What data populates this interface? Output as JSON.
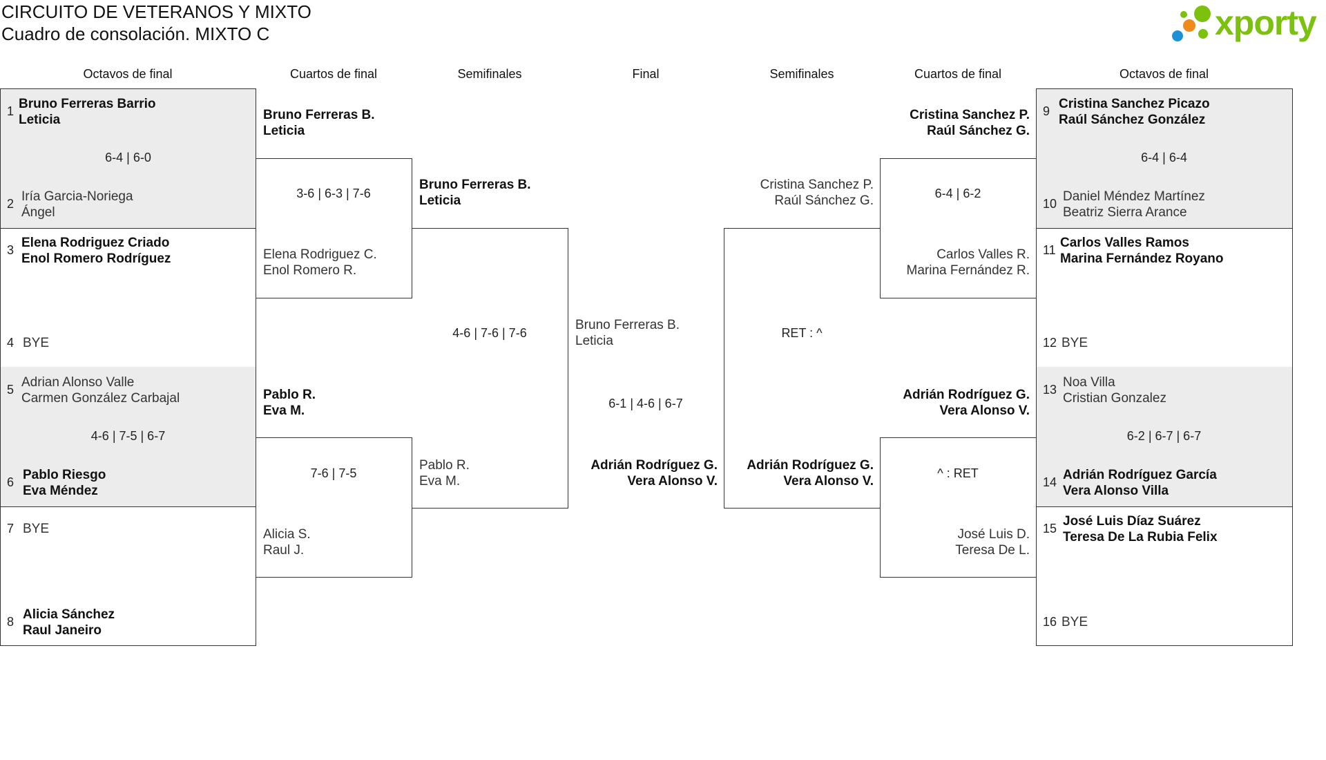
{
  "header": {
    "title": "CIRCUITO DE VETERANOS Y MIXTO",
    "subtitle": "Cuadro de consolación. MIXTO C",
    "logo_text": "xporty"
  },
  "columns": {
    "left_r16": "Octavos de final",
    "left_qf": "Cuartos de final",
    "left_sf": "Semifinales",
    "final": "Final",
    "right_sf": "Semifinales",
    "right_qf": "Cuartos de final",
    "right_r16": "Octavos de final"
  },
  "left_r16": [
    {
      "num": "1",
      "p1": "Bruno Ferreras Barrio",
      "p2": "Leticia"
    },
    {
      "num": "2",
      "p1": "Iría Garcia-Noriega",
      "p2": "Ángel"
    },
    {
      "num": "3",
      "p1": "Elena Rodriguez Criado",
      "p2": "Enol Romero Rodríguez"
    },
    {
      "num": "4",
      "p1": "BYE",
      "p2": ""
    },
    {
      "num": "5",
      "p1": "Adrian Alonso Valle",
      "p2": "Carmen González Carbajal"
    },
    {
      "num": "6",
      "p1": "Pablo Riesgo",
      "p2": "Eva Méndez"
    },
    {
      "num": "7",
      "p1": "BYE",
      "p2": ""
    },
    {
      "num": "8",
      "p1": "Alicia Sánchez",
      "p2": "Raul Janeiro"
    }
  ],
  "left_r16_scores": [
    "6-4 | 6-0",
    "4-6 | 7-5 | 6-7"
  ],
  "left_qf": [
    {
      "p1": "Bruno Ferreras B.",
      "p2": "Leticia"
    },
    {
      "p1": "Elena Rodriguez C.",
      "p2": "Enol Romero R."
    },
    {
      "p1": "Pablo R.",
      "p2": "Eva M."
    },
    {
      "p1": "Alicia S.",
      "p2": "Raul J."
    }
  ],
  "left_qf_scores": [
    "3-6 | 6-3 | 7-6",
    "7-6 | 7-5"
  ],
  "left_sf": [
    {
      "p1": "Bruno Ferreras B.",
      "p2": "Leticia"
    },
    {
      "p1": "Pablo R.",
      "p2": "Eva M."
    }
  ],
  "left_sf_score": "4-6 | 7-6 | 7-6",
  "final": {
    "top": {
      "p1": "Bruno Ferreras B.",
      "p2": "Leticia"
    },
    "score": "6-1 | 4-6 | 6-7",
    "bottom": {
      "p1": "Adrián Rodríguez G.",
      "p2": "Vera Alonso V."
    }
  },
  "right_sf": [
    {
      "p1": "Cristina Sanchez P.",
      "p2": "Raúl Sánchez G."
    },
    {
      "p1": "Adrián Rodríguez G.",
      "p2": "Vera Alonso V."
    }
  ],
  "right_sf_score": "RET : ^",
  "right_qf": [
    {
      "p1": "Cristina Sanchez P.",
      "p2": "Raúl Sánchez G."
    },
    {
      "p1": "Carlos Valles R.",
      "p2": "Marina Fernández R."
    },
    {
      "p1": "Adrián Rodríguez G.",
      "p2": "Vera Alonso V."
    },
    {
      "p1": "José Luis D.",
      "p2": "Teresa De L."
    }
  ],
  "right_qf_scores": [
    "6-4 | 6-2",
    "^ : RET"
  ],
  "right_r16": [
    {
      "num": "9",
      "p1": "Cristina Sanchez Picazo",
      "p2": "Raúl Sánchez González"
    },
    {
      "num": "10",
      "p1": "Daniel Méndez Martínez",
      "p2": "Beatriz Sierra Arance"
    },
    {
      "num": "11",
      "p1": "Carlos Valles Ramos",
      "p2": "Marina Fernández Royano"
    },
    {
      "num": "12",
      "p1": "BYE",
      "p2": ""
    },
    {
      "num": "13",
      "p1": "Noa Villa",
      "p2": "Cristian Gonzalez"
    },
    {
      "num": "14",
      "p1": "Adrián Rodríguez García",
      "p2": "Vera Alonso Villa"
    },
    {
      "num": "15",
      "p1": "José Luis Díaz Suárez",
      "p2": "Teresa De La Rubia Felix"
    },
    {
      "num": "16",
      "p1": "BYE",
      "p2": ""
    }
  ],
  "right_r16_scores": [
    "6-4 | 6-4",
    "6-2 | 6-7 | 6-7"
  ],
  "colors": {
    "logo_green": "#7cc10e",
    "logo_blue": "#1e90d6",
    "logo_orange": "#f08a1c",
    "shade": "#ececec"
  }
}
